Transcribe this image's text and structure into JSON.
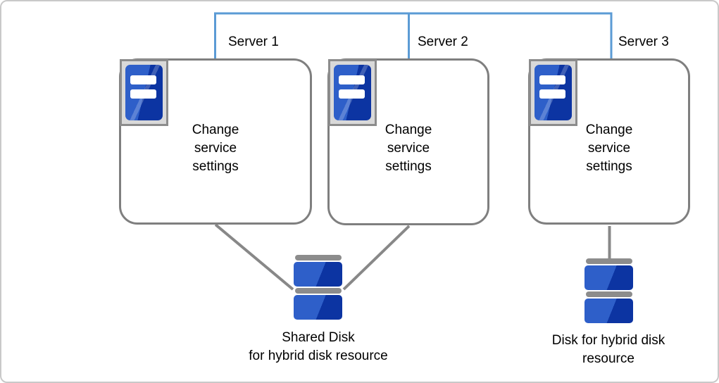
{
  "colors": {
    "connector_blue": "#5b9bd5",
    "line_gray": "#888888",
    "box_border_gray": "#7f7f7f",
    "icon_frame_bg": "#d9d9d9",
    "icon_frame_border": "#8c8c8c",
    "tower_blue_light": "#2e5fc9",
    "tower_blue_dark": "#0c34a2",
    "disk_bar_gray": "#8c8c8c"
  },
  "servers": [
    {
      "label": "Server 1",
      "icon": "tower-server-icon",
      "body_lines": [
        "Change",
        "service",
        "settings"
      ]
    },
    {
      "label": "Server 2",
      "icon": "tower-server-icon",
      "body_lines": [
        "Change",
        "service",
        "settings"
      ]
    },
    {
      "label": "Server 3",
      "icon": "tower-server-icon",
      "body_lines": [
        "Change",
        "service",
        "settings"
      ]
    }
  ],
  "disks": [
    {
      "icon": "disk-icon",
      "label_lines": [
        "Shared Disk",
        "for hybrid disk resource"
      ]
    },
    {
      "icon": "disk-icon",
      "label_lines": [
        "Disk for hybrid disk",
        "resource"
      ]
    }
  ]
}
